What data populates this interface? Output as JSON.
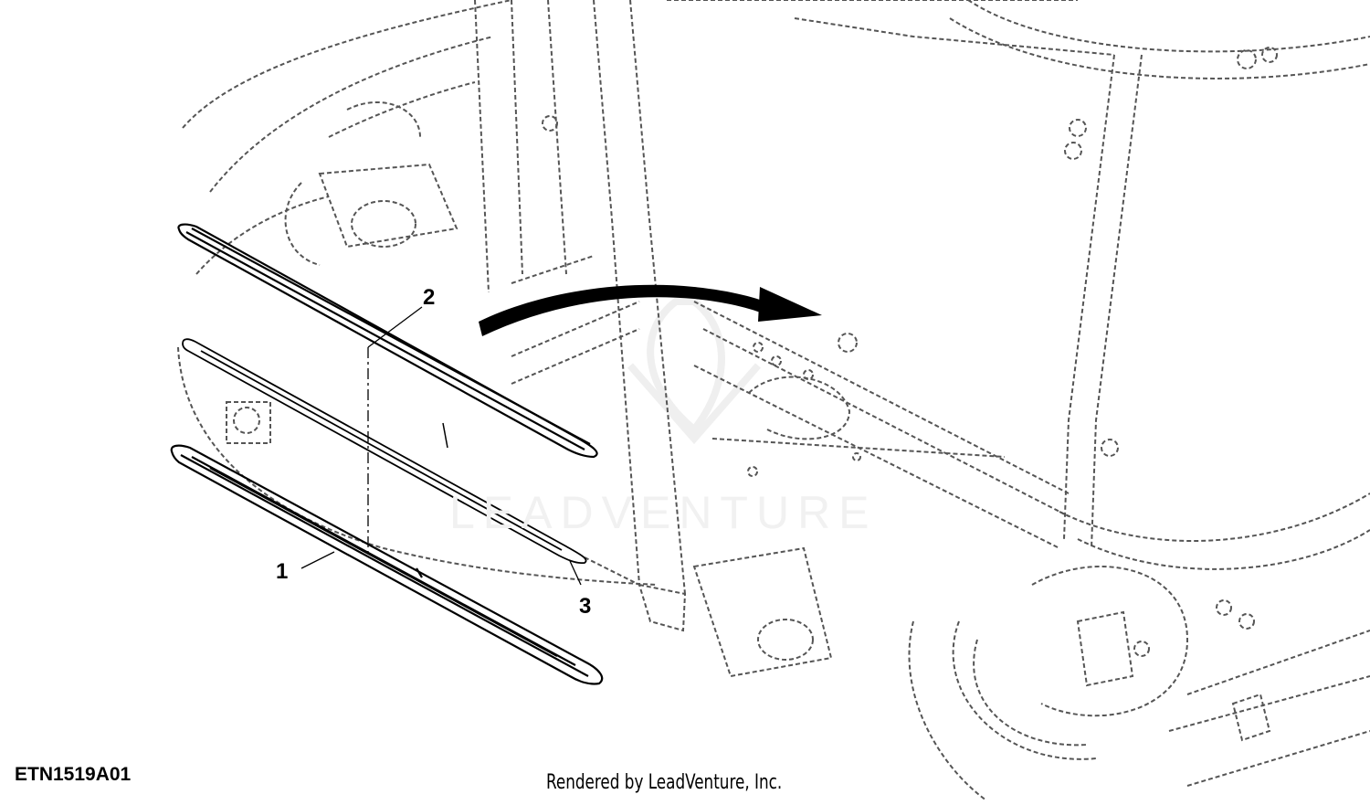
{
  "figure": {
    "id_label": "ETN1519A01",
    "credit": "Rendered by LeadVenture, Inc.",
    "watermark": "LEADVENTURE"
  },
  "callouts": [
    {
      "number": "1",
      "part": "lower-trim-strip"
    },
    {
      "number": "2",
      "part": "upper-trim-strip"
    },
    {
      "number": "3",
      "part": "middle-trim-strip"
    }
  ],
  "icons": {
    "direction_arrow": "curved-arrow-right-icon",
    "watermark_logo": "leadventure-logo-icon"
  },
  "colors": {
    "line": "#000000",
    "ghost_line": "#555555",
    "watermark": "#f1f1f1",
    "background": "#ffffff"
  }
}
